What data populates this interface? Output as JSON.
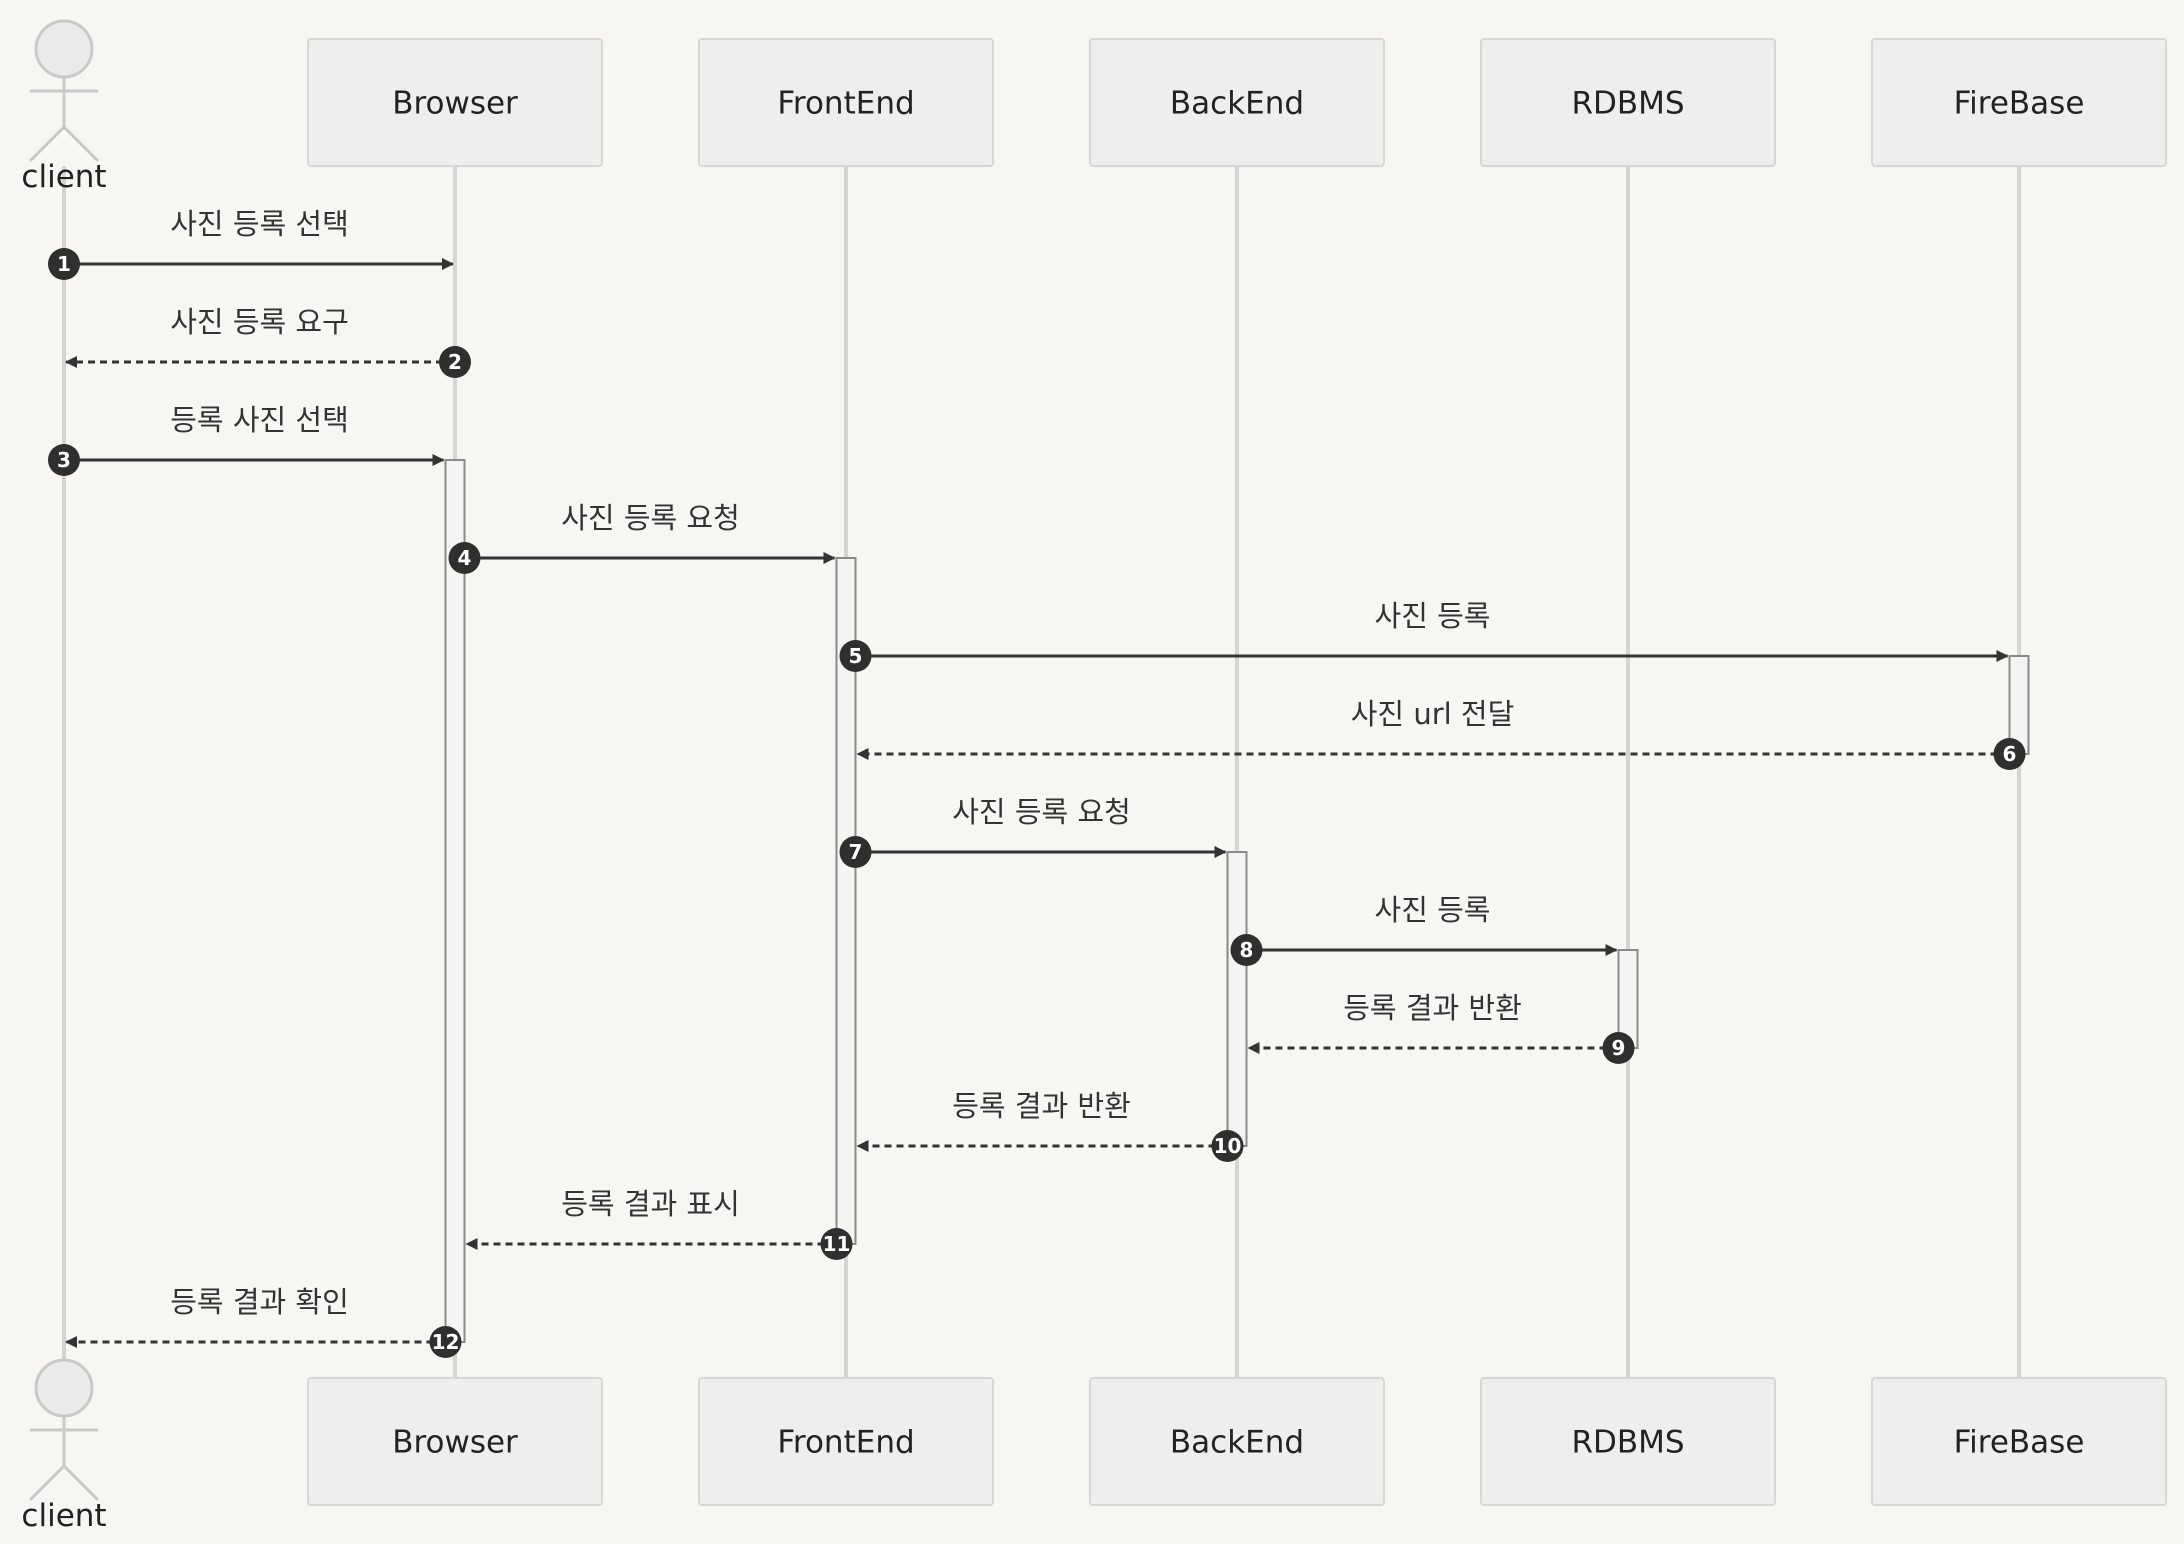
{
  "diagram": {
    "type": "sequence",
    "participants": [
      {
        "id": "client",
        "label": "client",
        "kind": "actor"
      },
      {
        "id": "browser",
        "label": "Browser",
        "kind": "box"
      },
      {
        "id": "frontend",
        "label": "FrontEnd",
        "kind": "box"
      },
      {
        "id": "backend",
        "label": "BackEnd",
        "kind": "box"
      },
      {
        "id": "rdbms",
        "label": "RDBMS",
        "kind": "box"
      },
      {
        "id": "firebase",
        "label": "FireBase",
        "kind": "box"
      }
    ],
    "messages": [
      {
        "seq": "1",
        "from": "client",
        "to": "browser",
        "label": "사진 등록 선택",
        "style": "solid"
      },
      {
        "seq": "2",
        "from": "browser",
        "to": "client",
        "label": "사진 등록 요구",
        "style": "dashed"
      },
      {
        "seq": "3",
        "from": "client",
        "to": "browser",
        "label": "등록 사진 선택",
        "style": "solid"
      },
      {
        "seq": "4",
        "from": "browser",
        "to": "frontend",
        "label": "사진 등록 요청",
        "style": "solid"
      },
      {
        "seq": "5",
        "from": "frontend",
        "to": "firebase",
        "label": "사진 등록",
        "style": "solid"
      },
      {
        "seq": "6",
        "from": "firebase",
        "to": "frontend",
        "label": "사진 url 전달",
        "style": "dashed"
      },
      {
        "seq": "7",
        "from": "frontend",
        "to": "backend",
        "label": "사진 등록 요청",
        "style": "solid"
      },
      {
        "seq": "8",
        "from": "backend",
        "to": "rdbms",
        "label": "사진 등록",
        "style": "solid"
      },
      {
        "seq": "9",
        "from": "rdbms",
        "to": "backend",
        "label": "등록 결과 반환",
        "style": "dashed"
      },
      {
        "seq": "10",
        "from": "backend",
        "to": "frontend",
        "label": "등록 결과 반환",
        "style": "dashed"
      },
      {
        "seq": "11",
        "from": "frontend",
        "to": "browser",
        "label": "등록 결과 표시",
        "style": "dashed"
      },
      {
        "seq": "12",
        "from": "browser",
        "to": "client",
        "label": "등록 결과 확인",
        "style": "dashed"
      }
    ],
    "activations": [
      {
        "participant": "browser",
        "from_seq": "3",
        "to_seq": "12"
      },
      {
        "participant": "frontend",
        "from_seq": "4",
        "to_seq": "11"
      },
      {
        "participant": "firebase",
        "from_seq": "5",
        "to_seq": "6"
      },
      {
        "participant": "backend",
        "from_seq": "7",
        "to_seq": "10"
      },
      {
        "participant": "rdbms",
        "from_seq": "8",
        "to_seq": "9"
      }
    ]
  }
}
